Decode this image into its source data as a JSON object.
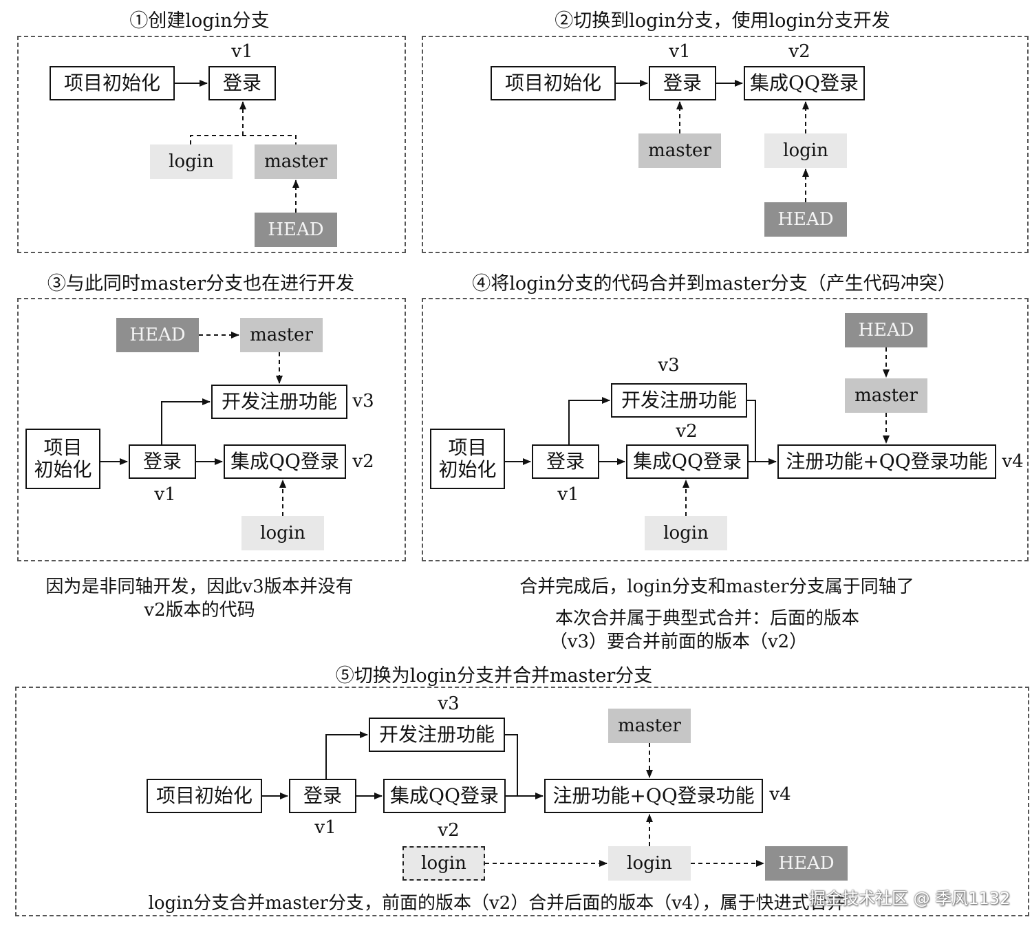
{
  "headings": {
    "p1": "①创建login分支",
    "p2": "②切换到login分支，使用login分支开发",
    "p3": "③与此同时master分支也在进行开发",
    "p4": "④将login分支的代码合并到master分支（产生代码冲突）",
    "p5": "⑤切换为login分支并合并master分支"
  },
  "nodes": {
    "init": "项目初始化",
    "init_line1": "项目",
    "init_line2": "初始化",
    "login_step": "登录",
    "qq_login": "集成QQ登录",
    "register": "开发注册功能",
    "merged": "注册功能+QQ登录功能"
  },
  "refs": {
    "login": "login",
    "master": "master",
    "head": "HEAD"
  },
  "versions": {
    "v1": "v1",
    "v2": "v2",
    "v3": "v3",
    "v4": "v4"
  },
  "notes": {
    "p3_line1": "因为是非同轴开发，因此v3版本并没有",
    "p3_line2": "v2版本的代码",
    "p4_line1": "合并完成后，login分支和master分支属于同轴了",
    "p4_line2": "本次合并属于典型式合并：后面的版本",
    "p4_line3": "（v3）要合并前面的版本（v2）",
    "p5_line1": "login分支合并master分支，前面的版本（v2）合并后面的版本（v4），属于快进式合并"
  },
  "watermark": "掘金技术社区 @ 季风1132"
}
